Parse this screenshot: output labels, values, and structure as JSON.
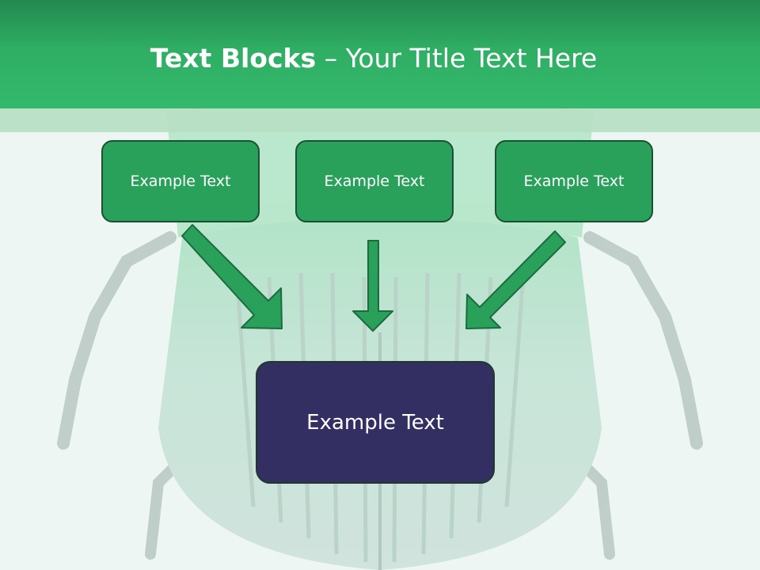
{
  "title": {
    "bold": "Text Blocks",
    "rest": " – Your Title Text Here"
  },
  "boxes": [
    {
      "label": "Example Text"
    },
    {
      "label": "Example Text"
    },
    {
      "label": "Example Text"
    }
  ],
  "target": {
    "label": "Example Text"
  },
  "colors": {
    "header_green": "#2fae64",
    "box_green": "#2aa15b",
    "box_border": "#1d4f33",
    "target_navy": "#332f63",
    "arrow_green": "#2aa15b"
  }
}
